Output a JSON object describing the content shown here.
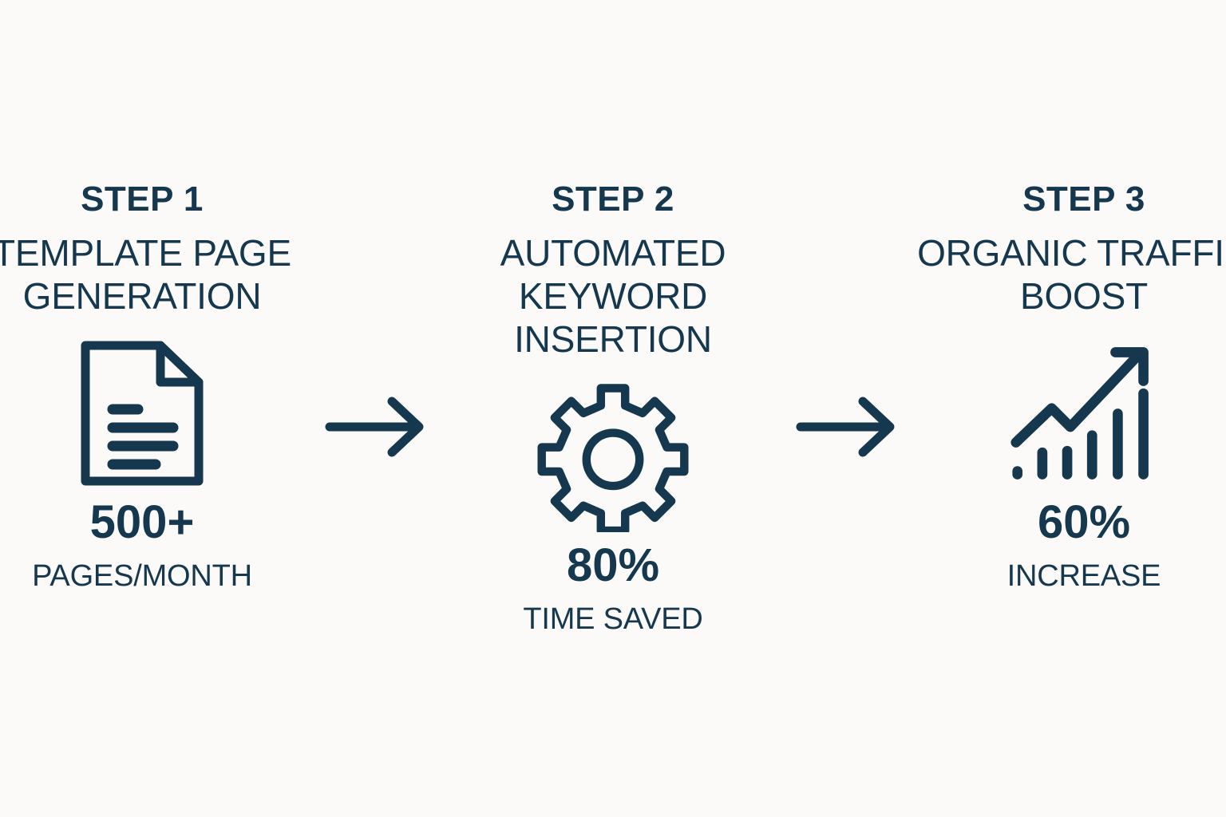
{
  "theme": {
    "background_color": "#fbfaf8",
    "accent_color": "#15384f"
  },
  "steps": [
    {
      "step_label": "STEP 1",
      "title_line1": "TEMPLATE PAGE",
      "title_line2": "GENERATION",
      "icon": "document-icon",
      "stat_value": "500+",
      "stat_label": "PAGES/MONTH"
    },
    {
      "step_label": "STEP 2",
      "title_line1": "AUTOMATED",
      "title_line2": "KEYWORD INSERTION",
      "icon": "gear-icon",
      "stat_value": "80%",
      "stat_label": "TIME SAVED"
    },
    {
      "step_label": "STEP 3",
      "title_line1": "ORGANIC TRAFFIC",
      "title_line2": "BOOST",
      "icon": "growth-chart-icon",
      "stat_value": "60%",
      "stat_label": "INCREASE"
    }
  ],
  "connectors": [
    {
      "icon": "arrow-right-icon"
    },
    {
      "icon": "arrow-right-icon"
    }
  ]
}
